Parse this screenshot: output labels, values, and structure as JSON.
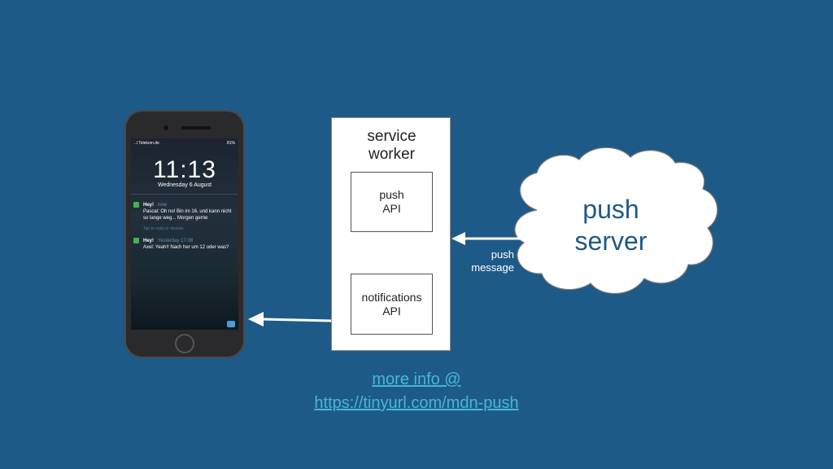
{
  "phone": {
    "carrier": "..l Telekom.de",
    "battery": "81%",
    "time": "11:13",
    "date": "Wednesday 6 August",
    "notifications": [
      {
        "title": "Hey!",
        "time": "now",
        "body": "Pascal: Oh no! Bin im 16. und kann nicht so lange weg... Morgen gerne",
        "hint": "Tap to reply or dismiss"
      },
      {
        "title": "Hey!",
        "time": "Yesterday 17:08",
        "body": "Axel: Yeah!! Nach her um 12 oder was?",
        "hint": ""
      }
    ]
  },
  "service_worker": {
    "title_line1": "service",
    "title_line2": "worker",
    "push_api_line1": "push",
    "push_api_line2": "API",
    "notifications_api_line1": "notifications",
    "notifications_api_line2": "API"
  },
  "push_server": {
    "label_line1": "push",
    "label_line2": "server"
  },
  "push_message": {
    "line1": "push",
    "line2": "message"
  },
  "link": {
    "line1": "more info @",
    "line2": "https://tinyurl.com/mdn-push"
  },
  "colors": {
    "background": "#1e5a87",
    "arrow_dark": "#1e5a87",
    "arrow_light": "#ffffff",
    "link": "#46b7d6"
  }
}
